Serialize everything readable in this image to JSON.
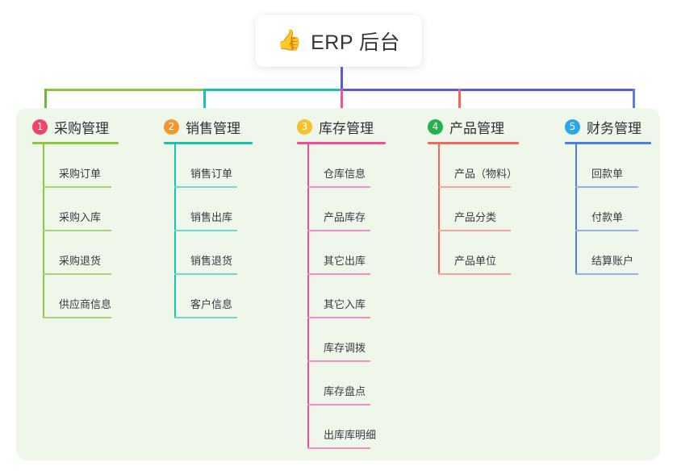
{
  "root": {
    "icon": "thumbs-up-icon",
    "emoji": "👍",
    "title": "ERP 后台"
  },
  "colors": {
    "panel_bg": "#eef7e9",
    "root_line": "#5b5bd6",
    "bar_green": "#8cc63e",
    "bar_teal": "#18c2ae",
    "bar_blue": "#5b5bd6",
    "drop_green": "#6cb843",
    "drop_teal": "#18c2ae",
    "drop_pink": "#f0519b",
    "drop_red": "#f4655e",
    "drop_blue": "#5b7fd6"
  },
  "columns": [
    {
      "index": "1",
      "title": "采购管理",
      "badge_color": "#f0436b",
      "line_color": "#8cc63e",
      "item_line_color": "#a8d276",
      "items": [
        "采购订单",
        "采购入库",
        "采购退货",
        "供应商信息"
      ]
    },
    {
      "index": "2",
      "title": "销售管理",
      "badge_color": "#f5962d",
      "line_color": "#18c2ae",
      "item_line_color": "#6fd9cd",
      "items": [
        "销售订单",
        "销售出库",
        "销售退货",
        "客户信息"
      ]
    },
    {
      "index": "3",
      "title": "库存管理",
      "badge_color": "#f5c22b",
      "line_color": "#ef4d9b",
      "item_line_color": "#f08fc0",
      "items": [
        "仓库信息",
        "产品库存",
        "其它出库",
        "其它入库",
        "库存调拨",
        "库存盘点",
        "出库库明细"
      ]
    },
    {
      "index": "4",
      "title": "产品管理",
      "badge_color": "#22b14c",
      "line_color": "#f4655e",
      "item_line_color": "#f7a39e",
      "items": [
        "产品（物料）",
        "产品分类",
        "产品单位"
      ]
    },
    {
      "index": "5",
      "title": "财务管理",
      "badge_color": "#29a7e8",
      "line_color": "#4a7fe0",
      "item_line_color": "#93b2ea",
      "items": [
        "回款单",
        "付款单",
        "结算账户"
      ]
    }
  ]
}
